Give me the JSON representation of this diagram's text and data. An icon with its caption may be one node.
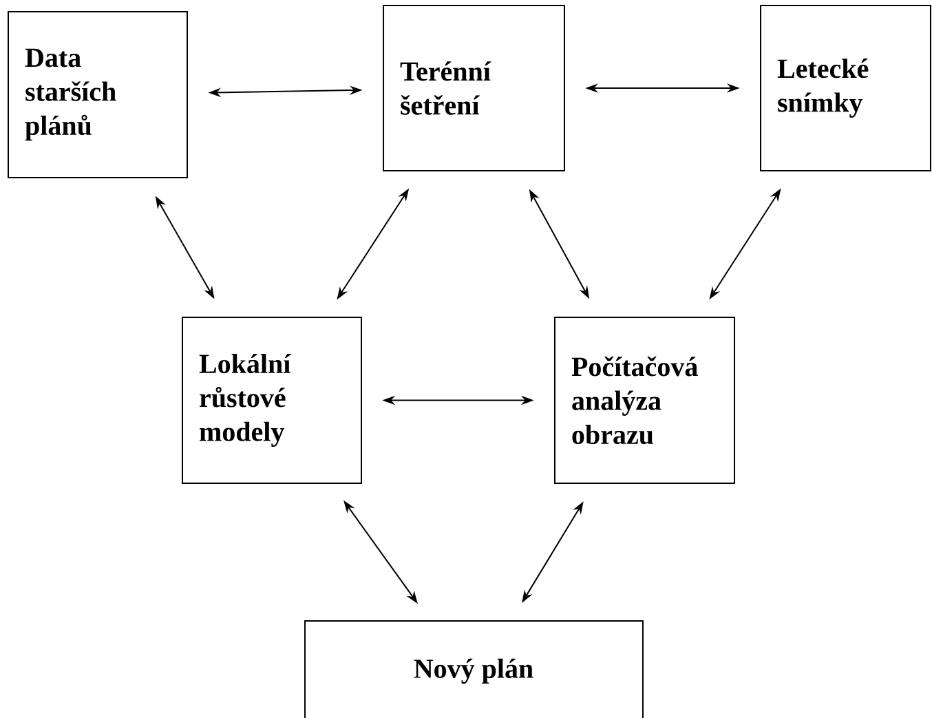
{
  "diagram": {
    "nodes": [
      {
        "text": [
          "Data starších plánů"
        ]
      },
      {
        "text": [
          "Terénní šetření"
        ]
      },
      {
        "text": [
          "Letecké snímky"
        ]
      },
      {
        "text": [
          "Lokální růstové modely"
        ]
      },
      {
        "text": [
          "Počítačová analýza obrazu"
        ]
      },
      {
        "text": [
          "Nový plán"
        ]
      }
    ],
    "edges": [
      {
        "from": 0,
        "to": 1,
        "arrow": "both"
      },
      {
        "from": 1,
        "to": 2,
        "arrow": "both"
      },
      {
        "from": 0,
        "to": 3,
        "arrow": "both"
      },
      {
        "from": 1,
        "to": 3,
        "arrow": "both"
      },
      {
        "from": 1,
        "to": 4,
        "arrow": "both"
      },
      {
        "from": 2,
        "to": 4,
        "arrow": "both"
      },
      {
        "from": 3,
        "to": 4,
        "arrow": "both"
      },
      {
        "from": 3,
        "to": 5,
        "arrow": "both"
      },
      {
        "from": 4,
        "to": 5,
        "arrow": "both"
      }
    ]
  }
}
